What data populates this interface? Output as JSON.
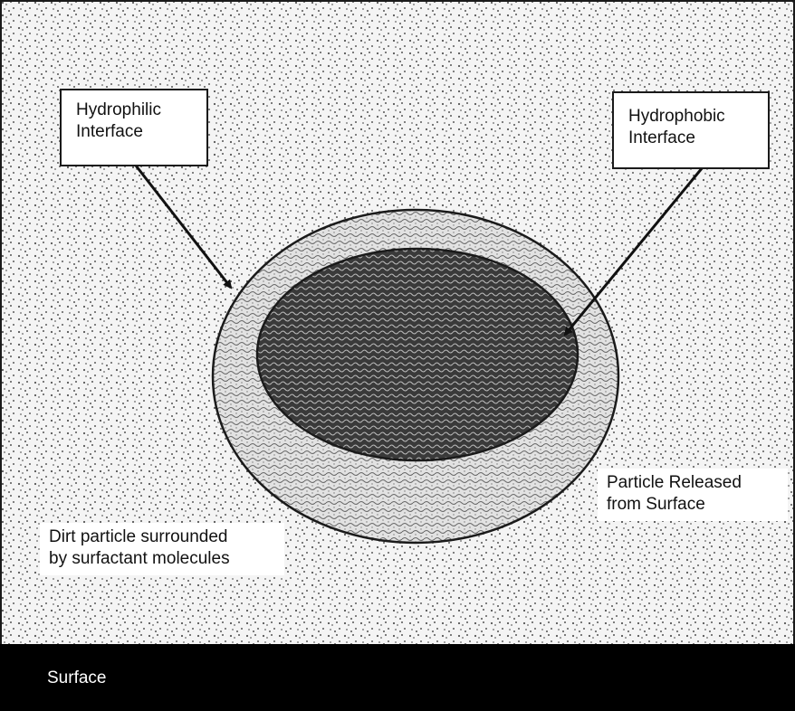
{
  "diagram": {
    "labels": {
      "hydrophilic": [
        "Hydrophilic",
        "Interface"
      ],
      "hydrophobic": [
        "Hydrophobic",
        "Interface"
      ],
      "released": [
        "Particle Released",
        "from Surface"
      ],
      "dirt": [
        "Dirt particle surrounded",
        "by surfactant molecules"
      ],
      "surface": "Surface"
    },
    "colors": {
      "surface_band": "#000000",
      "frame": "#1a1a1a",
      "background_dots": "#444444",
      "particle_core": "#222222",
      "outer_ring": "#9a9a9a"
    }
  }
}
